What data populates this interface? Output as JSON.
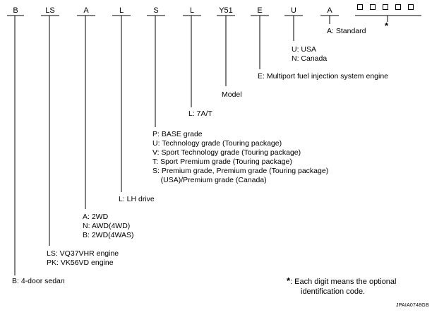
{
  "codes": [
    "B",
    "LS",
    "A",
    "L",
    "S",
    "L",
    "Y51",
    "E",
    "U",
    "A"
  ],
  "digit_placeholder_count": 5,
  "star_symbol": "*",
  "descriptions": {
    "a_standard": "A: Standard",
    "u_usa": "U: USA",
    "n_canada": "N: Canada",
    "e_engine": "E: Multiport fuel injection system engine",
    "model": "Model",
    "l_7at": "L: 7A/T",
    "grades": [
      "P: BASE grade",
      "U: Technology grade (Touring package)",
      "V: Sport Technology grade (Touring package)",
      "T: Sport Premium grade (Touring package)",
      "S: Premium grade, Premium grade (Touring package)",
      "    (USA)/Premium grade (Canada)"
    ],
    "l_lh_drive": "L: LH drive",
    "drive": [
      "A: 2WD",
      "N: AWD(4WD)",
      "B: 2WD(4WAS)"
    ],
    "engines": [
      "LS: VQ37VHR engine",
      "PK: VK56VD engine"
    ],
    "body": "B: 4-door sedan"
  },
  "footnote": {
    "star": "*",
    "line1": ": Each digit means the optional",
    "line2": "identification code."
  },
  "reference_code": "JPAIA0748GB"
}
